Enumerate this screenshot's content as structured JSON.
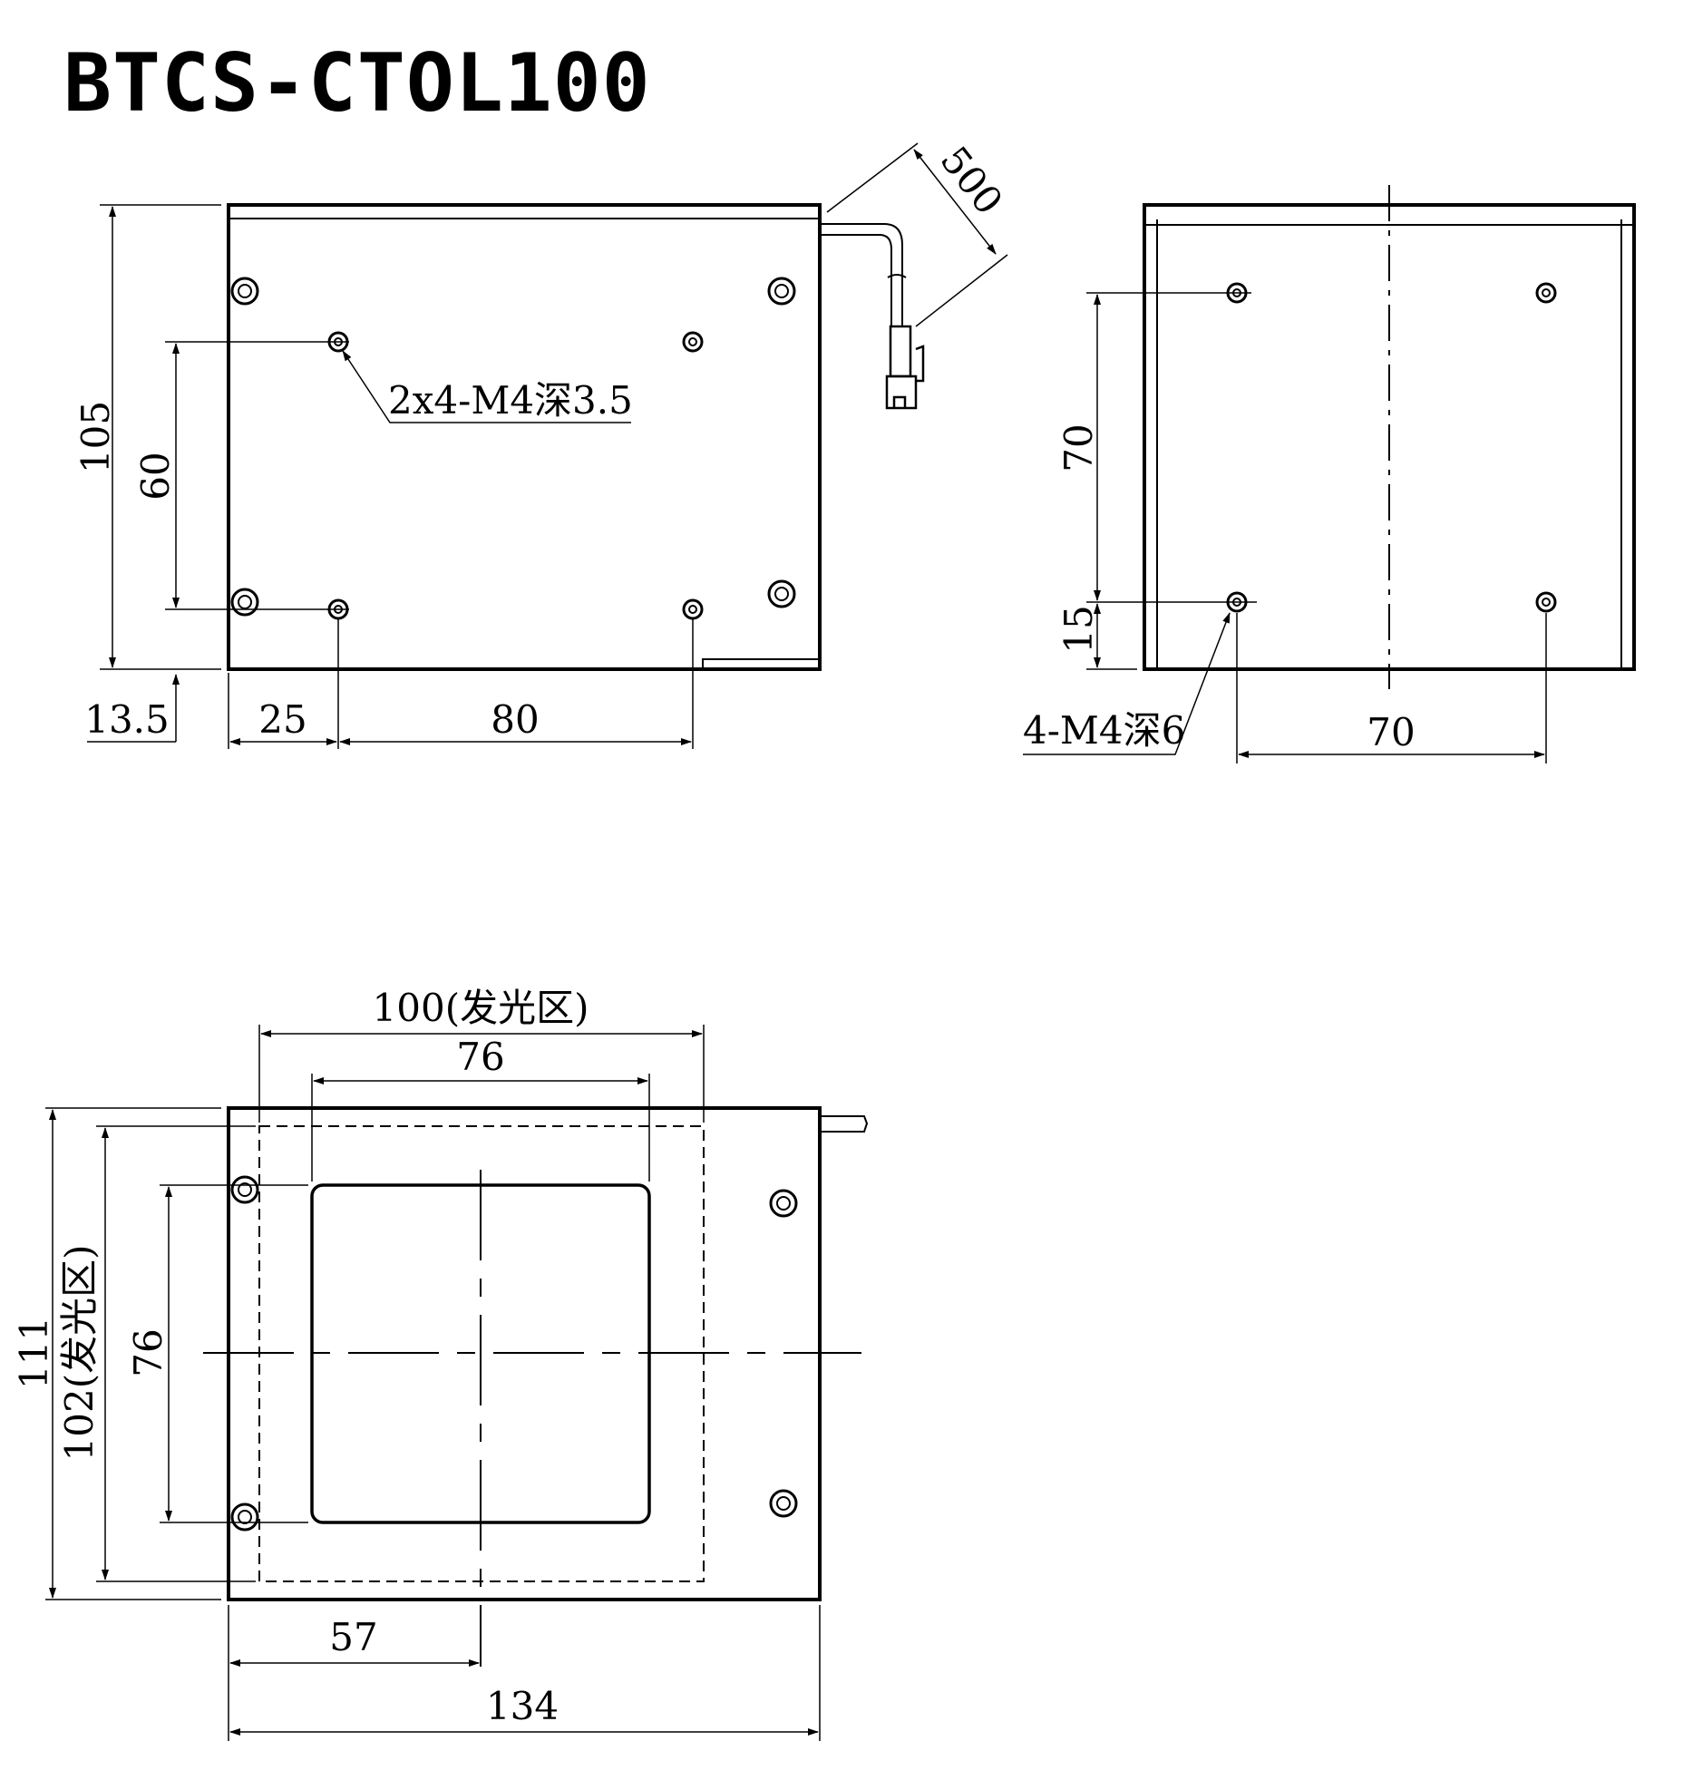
{
  "title": "BTCS-CTOL100",
  "colors": {
    "line": "#000000",
    "background": "#ffffff"
  },
  "front_view": {
    "dims": {
      "height": "105",
      "hole_span": "60",
      "bottom_offset": "13.5",
      "left_offset": "25",
      "hole_pitch": "80",
      "cable_length": "500"
    },
    "hole_callout": "2x4-M4深3.5"
  },
  "side_view": {
    "dims": {
      "hole_span": "70",
      "bottom_offset": "15",
      "hole_pitch": "70"
    },
    "hole_callout": "4-M4深6"
  },
  "bottom_view": {
    "dims": {
      "emit_width": "100(发光区)",
      "window_width": "76",
      "total_height": "111",
      "emit_height": "102(发光区)",
      "window_height": "76",
      "center_offset": "57",
      "total_width": "134"
    }
  }
}
